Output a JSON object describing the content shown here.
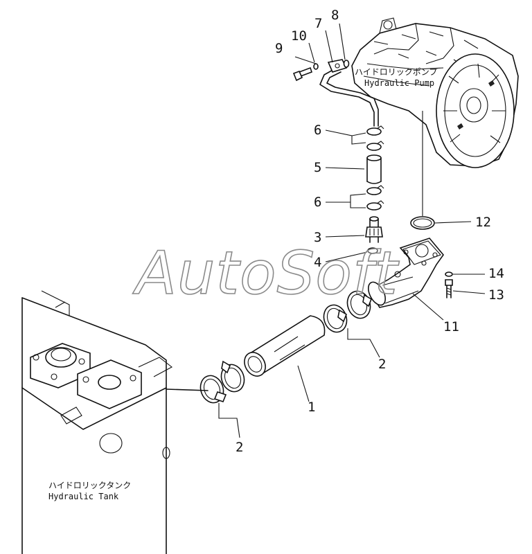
{
  "pump_label": {
    "jp": "ハイドロリックポンプ",
    "en": "Hydraulic Pump"
  },
  "tank_label": {
    "jp": "ハイドロリックタンク",
    "en": "Hydraulic Tank"
  },
  "watermark": "AutoSoft",
  "callouts": {
    "c1": "1",
    "c2a": "2",
    "c2b": "2",
    "c3": "3",
    "c4": "4",
    "c5": "5",
    "c6a": "6",
    "c6b": "6",
    "c7": "7",
    "c8": "8",
    "c9": "9",
    "c10": "10",
    "c11": "11",
    "c12": "12",
    "c13": "13",
    "c14": "14"
  }
}
